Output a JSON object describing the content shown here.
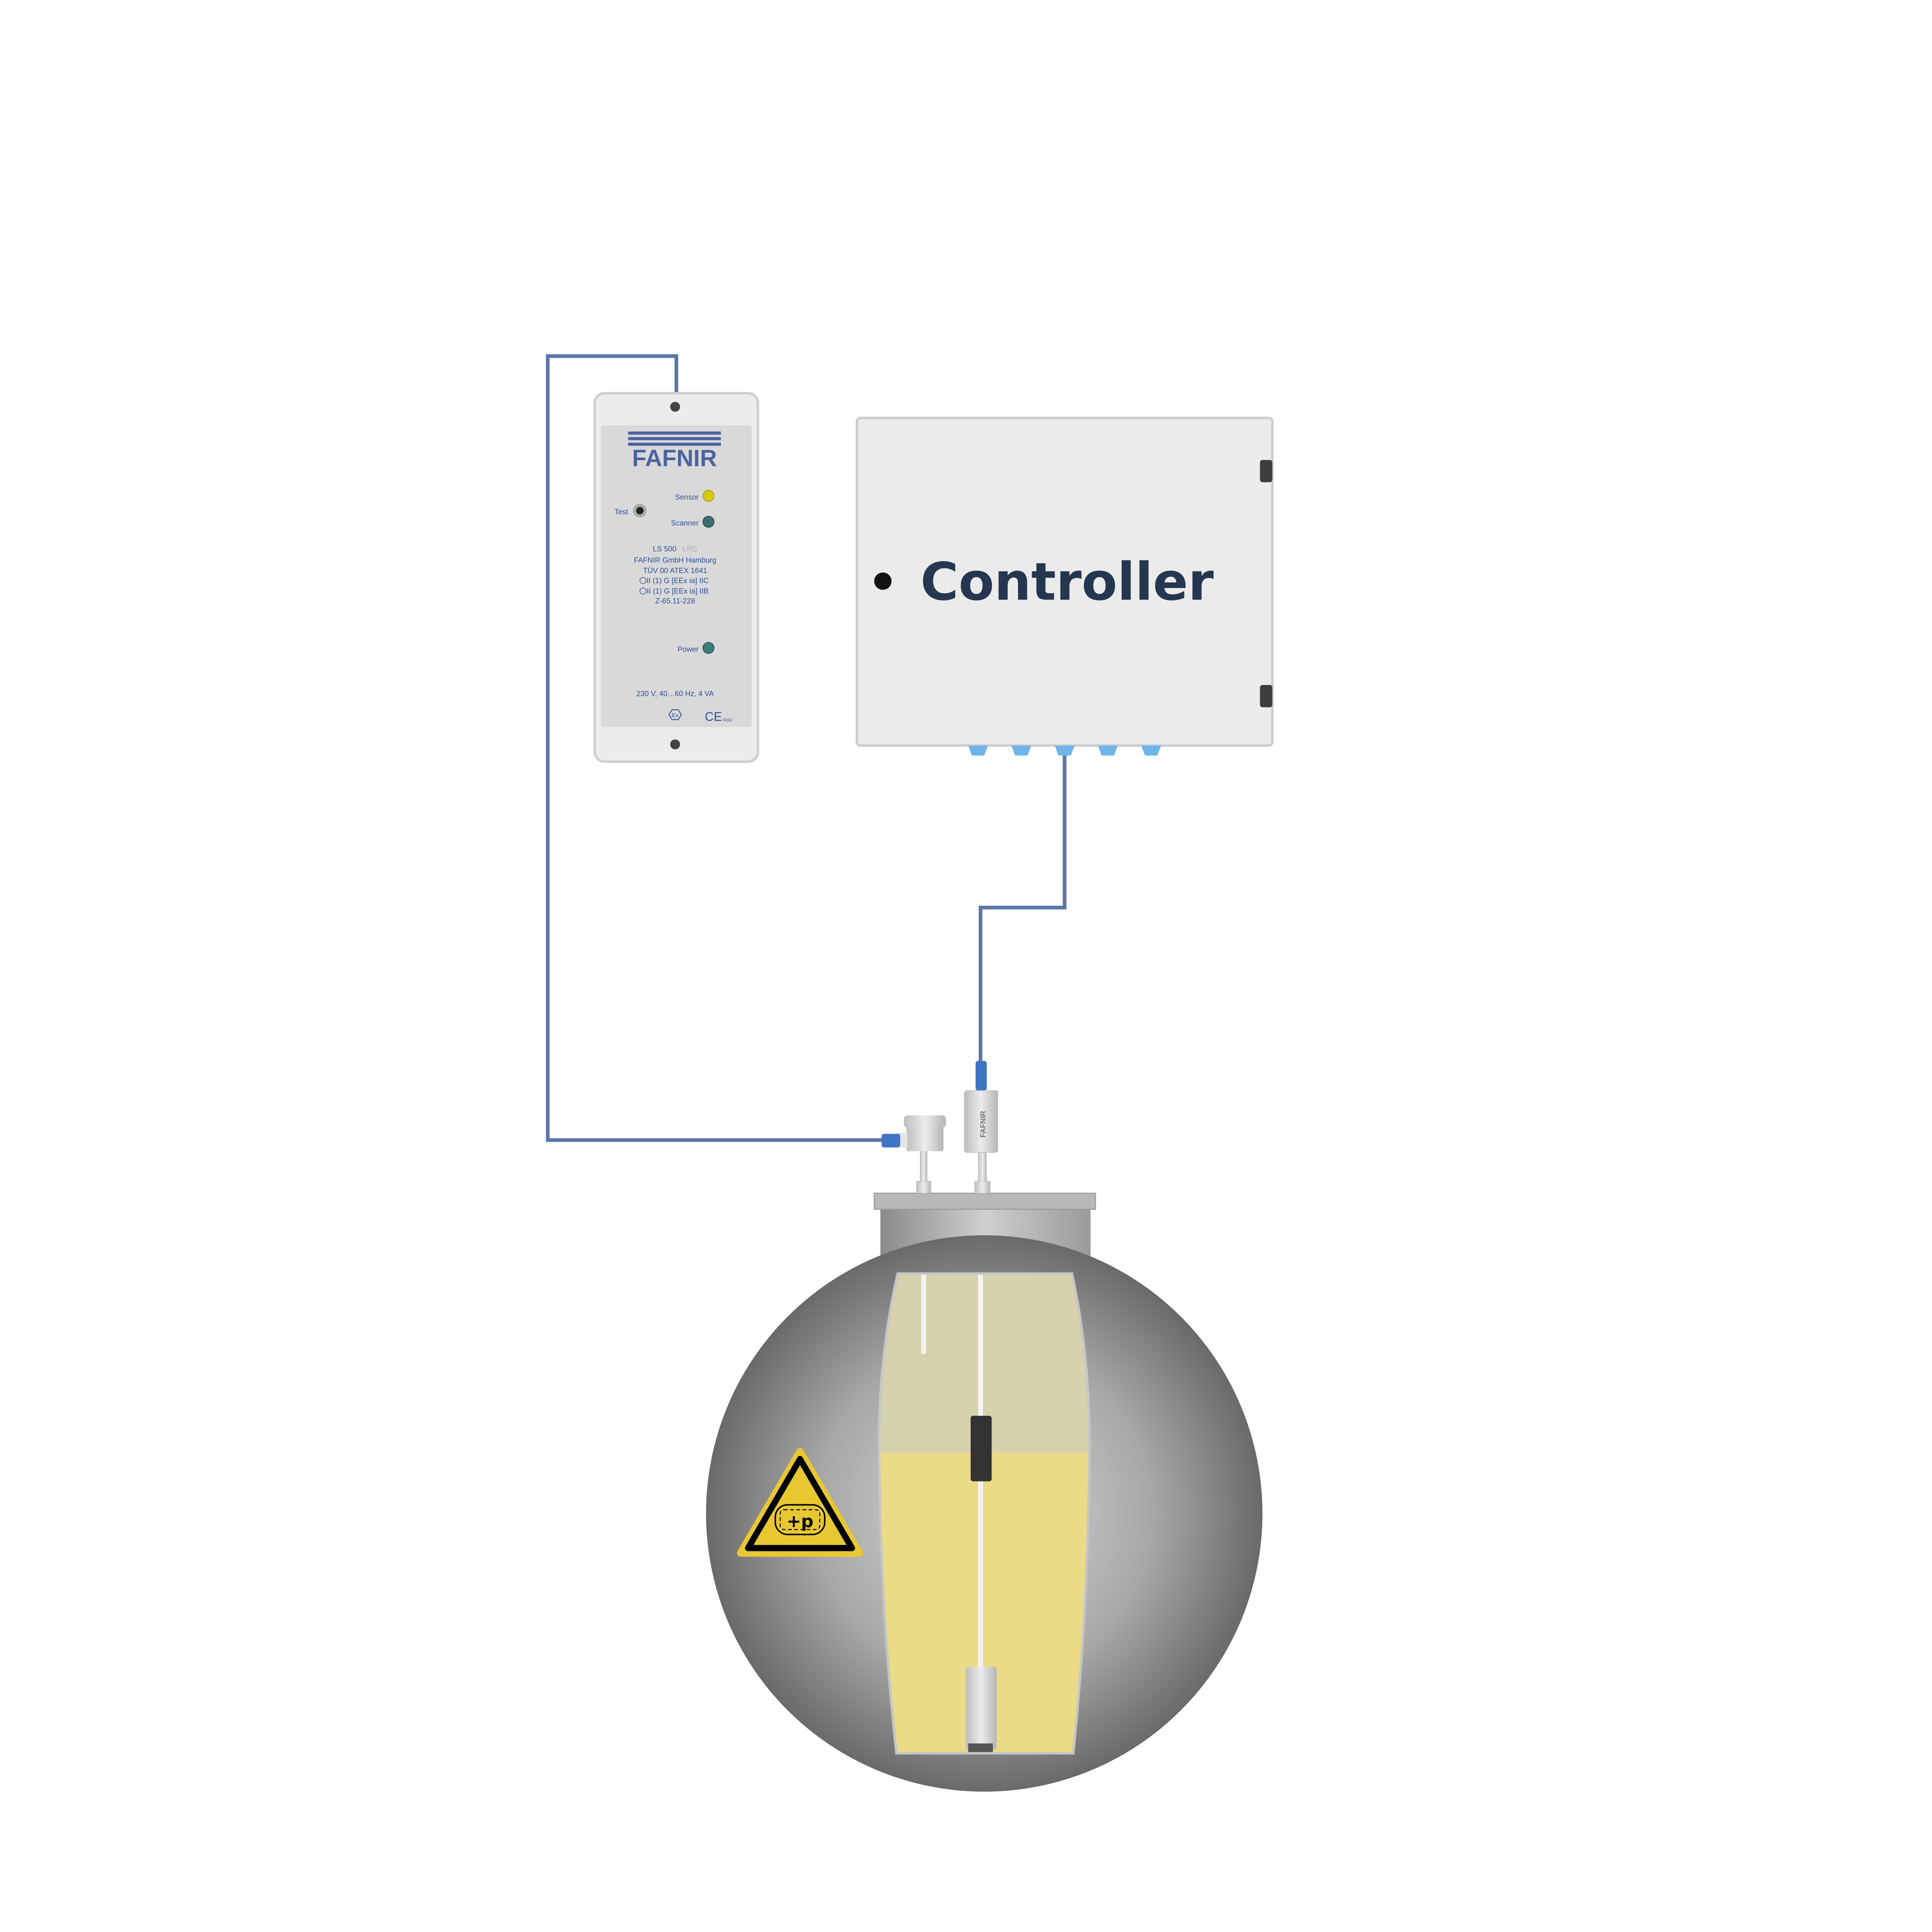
{
  "scanner_unit": {
    "brand": "FAFNIR",
    "test_label": "Test",
    "sensor_label": "Sensor",
    "scanner_label": "Scanner",
    "power_label": "Power",
    "model": "LS 500",
    "model_variant": "LPG",
    "info_lines": [
      "FAFNIR GmbH Hamburg",
      "TÜV 00 ATEX 1641",
      "II (1) G [EEx ia] IIC",
      "II (1) G [EEx ia] IIB",
      "Z-65.11-228"
    ],
    "rating": "230 V, 40…60 Hz, 4 VA",
    "ex_mark": "Ex",
    "ce_mark": "CE",
    "ce_number": "0032",
    "colors": {
      "brand": "#4a64a0",
      "sensor_led": "#d8c800",
      "scanner_led": "#3a6e70",
      "power_led": "#3a7e78"
    }
  },
  "controller": {
    "label": "Controller"
  },
  "probe": {
    "brand": "FAFNIR"
  },
  "warning_sign": {
    "symbol": "+p"
  },
  "tank": {
    "liquid_level_fraction": 0.63,
    "colors": {
      "gas": "#d5d2ad",
      "liquid": "#ebdb86"
    }
  }
}
